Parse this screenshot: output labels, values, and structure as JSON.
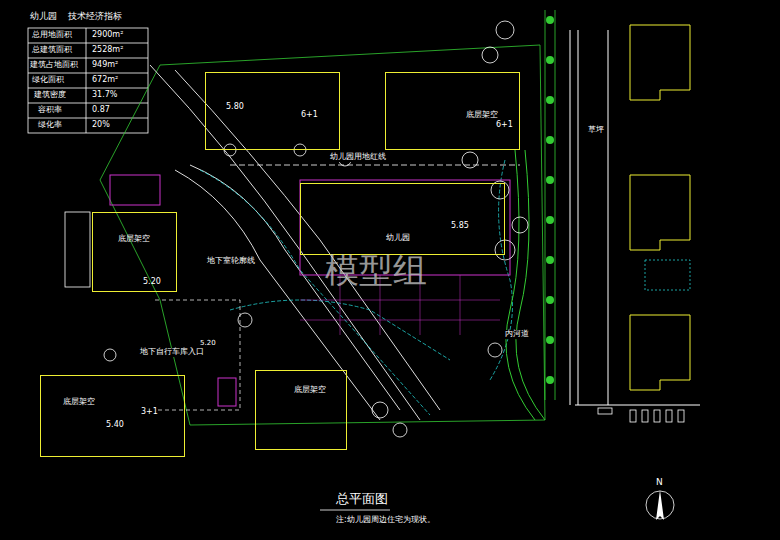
{
  "diagram": {
    "title": "总平面图",
    "caption": "注:幼儿园周边住宅为现状。",
    "nodes": [
      {
        "text": [
          "幼儿园",
          "5.85"
        ]
      },
      {
        "text": [
          "5.80",
          "6+1"
        ]
      },
      {
        "text": [
          "底层架空",
          "6+1"
        ]
      },
      {
        "text": [
          "底层架空",
          "5.20"
        ]
      },
      {
        "text": [
          "底层架空",
          "3+1",
          "5.40"
        ]
      },
      {
        "text": [
          "底层架空"
        ]
      }
    ],
    "labels": [
      "幼儿园",
      "技术经济指标",
      "总用地面积",
      "2900m²",
      "总建筑面积",
      "2528m²",
      "建筑占地面积",
      "949m²",
      "绿化面积",
      "672m²",
      "建筑密度",
      "31.7%",
      "容积率",
      "0.87",
      "绿化率",
      "20%",
      "幼儿园用地红线",
      "地下室轮廓线",
      "地下自行车库入口",
      "5.20",
      "草坪",
      "内河道",
      "模型组",
      "N"
    ]
  }
}
